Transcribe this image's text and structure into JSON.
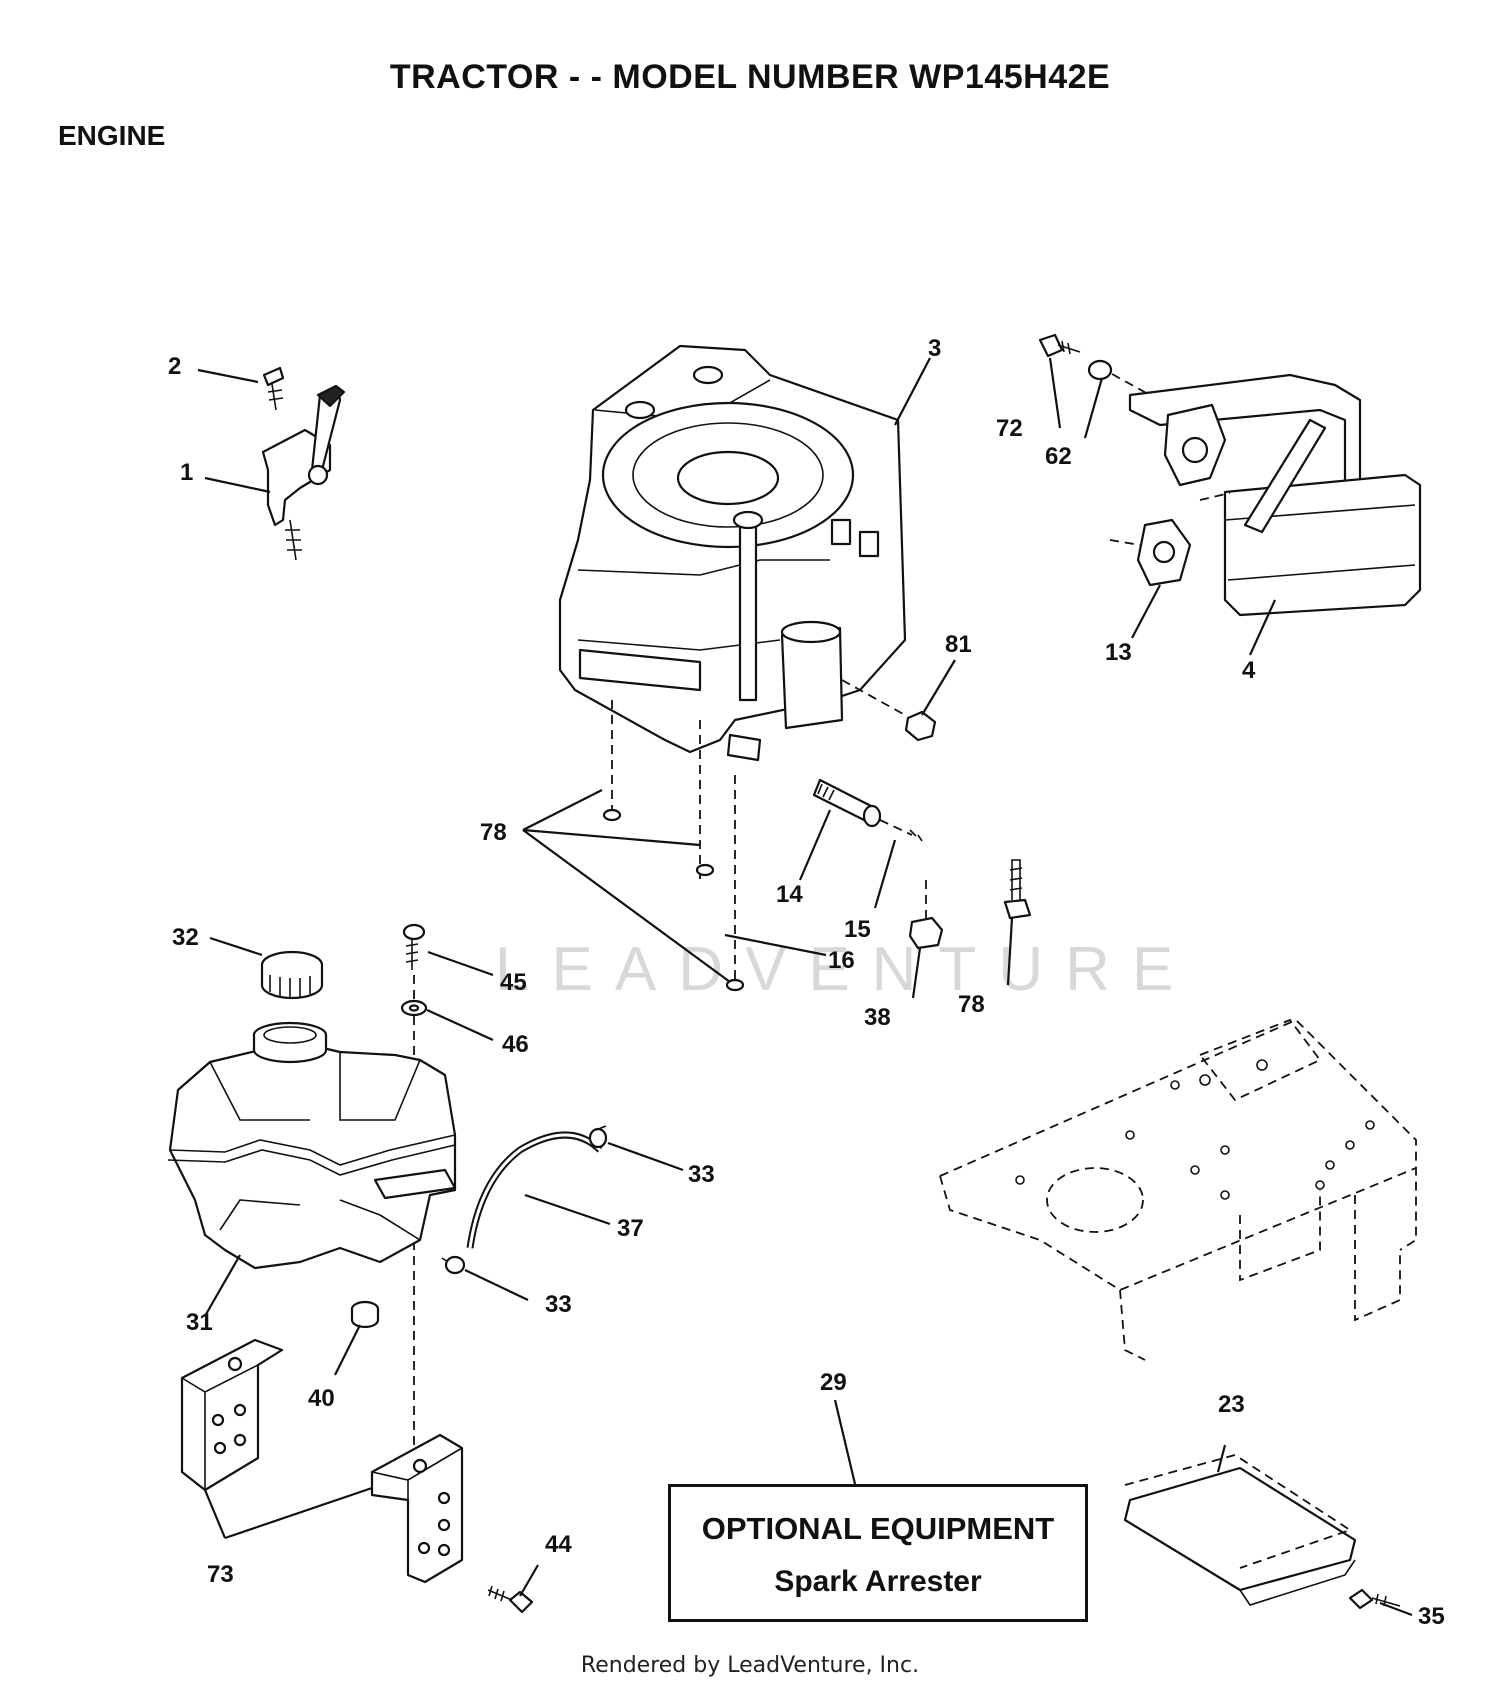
{
  "header": {
    "title": "TRACTOR - - MODEL NUMBER WP145H42E",
    "section": "ENGINE"
  },
  "callouts": {
    "c1": "1",
    "c2": "2",
    "c3": "3",
    "c4": "4",
    "c13": "13",
    "c14": "14",
    "c15": "15",
    "c16": "16",
    "c23": "23",
    "c29": "29",
    "c31": "31",
    "c32": "32",
    "c33a": "33",
    "c33b": "33",
    "c35": "35",
    "c37": "37",
    "c38": "38",
    "c40": "40",
    "c44": "44",
    "c45": "45",
    "c46": "46",
    "c62": "62",
    "c72": "72",
    "c73": "73",
    "c78a": "78",
    "c78b": "78",
    "c81": "81"
  },
  "optional_equipment": {
    "heading": "OPTIONAL EQUIPMENT",
    "item": "Spark Arrester"
  },
  "watermark": "LEADVENTURE",
  "footer": "Rendered by LeadVenture, Inc."
}
